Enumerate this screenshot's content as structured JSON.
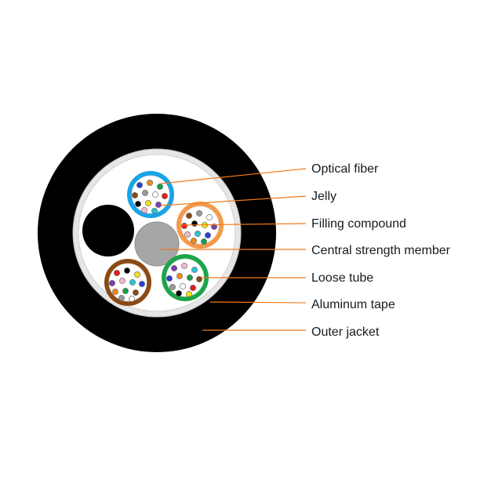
{
  "colors": {
    "jacket": "#000000",
    "tape": "#e6e6e6",
    "filling": "#ffffff",
    "central_member": "#a6a6a6",
    "leader": "#f07a1a"
  },
  "fiber_colors": [
    "#2b3fd6",
    "#f28a1c",
    "#18a050",
    "#8a4a16",
    "#9a9a9a",
    "#ffffff",
    "#e11d1d",
    "#000000",
    "#f2e21a",
    "#7a3fb0",
    "#f5b8d0",
    "#27c6d6"
  ],
  "tubes": [
    {
      "name": "blue-tube",
      "color": "#1aa3e6"
    },
    {
      "name": "orange-tube",
      "color": "#f49a4a"
    },
    {
      "name": "brown-tube",
      "color": "#8a4a16"
    },
    {
      "name": "green-tube",
      "color": "#1aa54a"
    }
  ],
  "labels": [
    {
      "key": "optical_fiber",
      "text": "Optical fiber"
    },
    {
      "key": "jelly",
      "text": "Jelly"
    },
    {
      "key": "filling_compound",
      "text": "Filling compound"
    },
    {
      "key": "central_strength_member",
      "text": "Central strength member"
    },
    {
      "key": "loose_tube",
      "text": "Loose tube"
    },
    {
      "key": "aluminum_tape",
      "text": "Aluminum tape"
    },
    {
      "key": "outer_jacket",
      "text": "Outer jacket"
    }
  ]
}
